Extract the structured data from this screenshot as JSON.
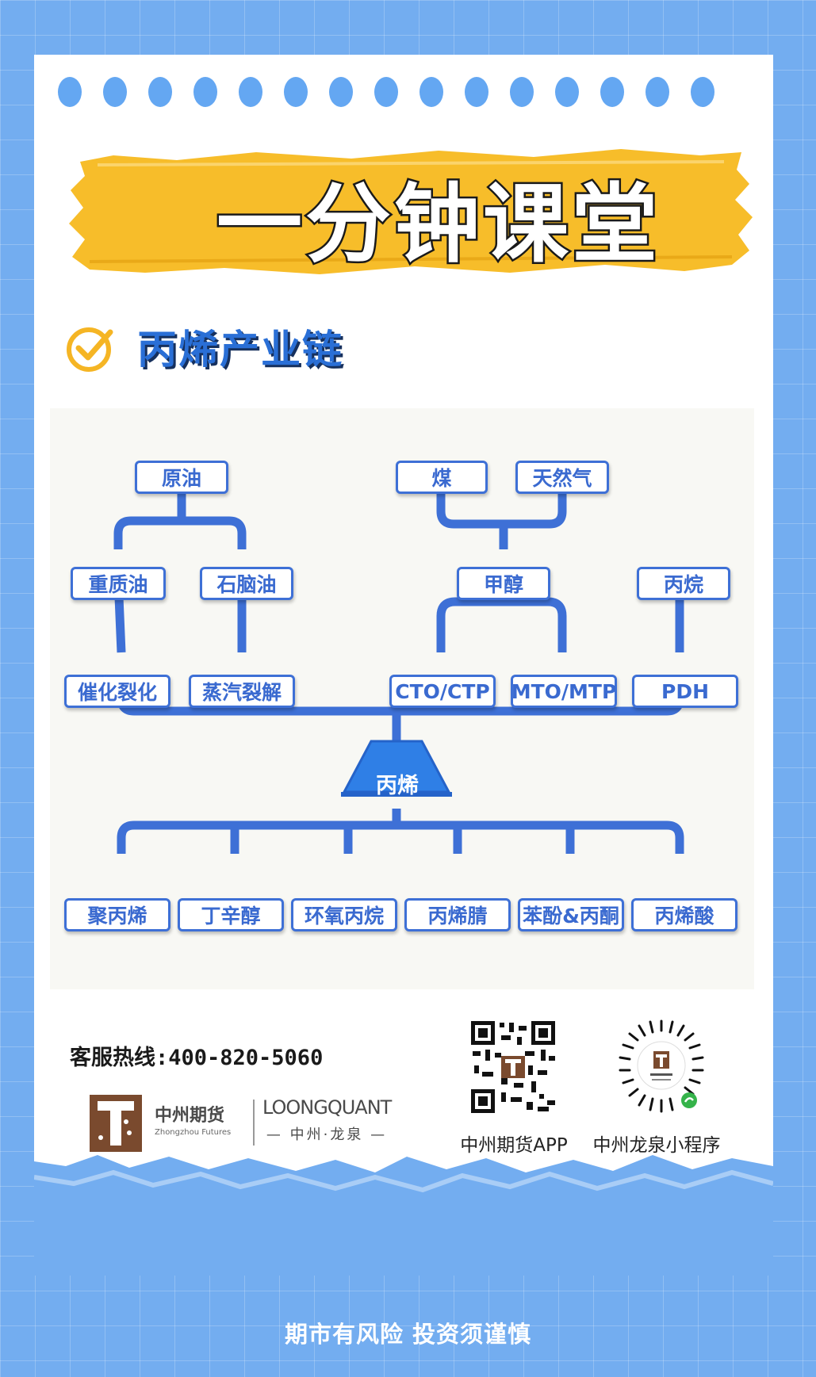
{
  "header": {
    "title": "一分钟课堂",
    "subtitle": "丙烯产业链"
  },
  "diagram": {
    "sources": {
      "crude_oil": "原油",
      "coal": "煤",
      "natural_gas": "天然气"
    },
    "intermediates": {
      "heavy_oil": "重质油",
      "naphtha": "石脑油",
      "methanol": "甲醇",
      "propane": "丙烷"
    },
    "processes": {
      "catalytic_cracking": "催化裂化",
      "steam_cracking": "蒸汽裂解",
      "cto_ctp": "CTO/CTP",
      "mto_mtp": "MTO/MTP",
      "pdh": "PDH"
    },
    "center": "丙烯",
    "products": [
      "聚丙烯",
      "丁辛醇",
      "环氧丙烷",
      "丙烯腈",
      "苯酚&丙酮",
      "丙烯酸"
    ],
    "colors": {
      "pipe": "#3e70d6",
      "node_border": "#3e70d6",
      "node_text": "#3a6ad0",
      "center_fill": "#2f7fe6"
    }
  },
  "contact": {
    "hotline": "客服热线:400-820-5060",
    "logo_cn": "中州期货",
    "logo_en": "Zhongzhou Futures",
    "logo_loong": "LOONGQUANT",
    "logo_loong_sub": "— 中州·龙泉 —",
    "qr_app_label": "中州期货APP",
    "qr_mini_label": "中州龙泉小程序"
  },
  "footer": {
    "disclaimer": "期市有风险 投资须谨慎"
  },
  "colors": {
    "background": "#73adf0",
    "banner": "#f7bd2a",
    "subtitle": "#2a6fd6",
    "check": "#f5b524"
  }
}
